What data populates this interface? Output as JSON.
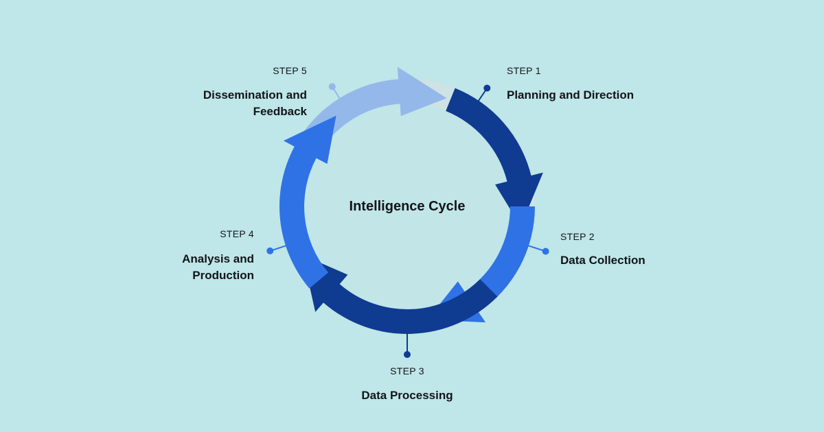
{
  "colors": {
    "background": "#bfe6e8",
    "ring_track": "#cfe2e4",
    "inner_disc": "#c2e5e7",
    "step_1": "#0f3b91",
    "step_2": "#2f72e6",
    "step_3": "#0f3b91",
    "step_4": "#2f72e6",
    "step_5": "#95b8ea",
    "text": "#111418"
  },
  "center": {
    "title": "Intelligence Cycle"
  },
  "steps": [
    {
      "number": "STEP 1",
      "title": "Planning and Direction"
    },
    {
      "number": "STEP 2",
      "title": "Data Collection"
    },
    {
      "number": "STEP 3",
      "title": "Data Processing"
    },
    {
      "number": "STEP 4",
      "title": "Analysis and\nProduction"
    },
    {
      "number": "STEP 5",
      "title": "Dissemination and\nFeedback"
    }
  ]
}
